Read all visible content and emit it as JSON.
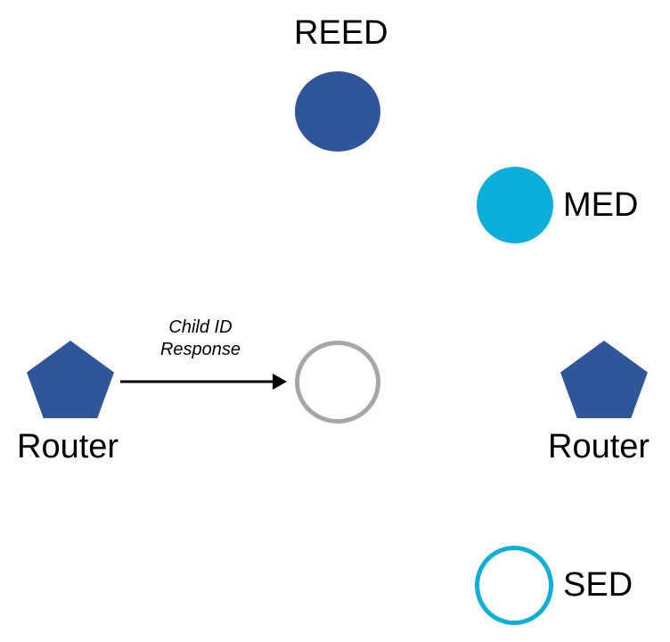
{
  "diagram": {
    "type": "thread-network-topology",
    "background_color": "#ffffff",
    "colors": {
      "router_blue": "#2E5699",
      "reed_blue": "#2E5699",
      "med_cyan": "#0BAFD9",
      "sed_cyan": "#0BAFD9",
      "unknown_gray": "#A6A6A6",
      "arrow_black": "#000000",
      "label_text": "#000000"
    },
    "nodes": [
      {
        "id": "reed",
        "label": "REED",
        "shape": "circle-filled",
        "color": "#2E5699",
        "label_position": "above"
      },
      {
        "id": "med",
        "label": "MED",
        "shape": "circle-filled",
        "color": "#0BAFD9",
        "label_position": "right"
      },
      {
        "id": "center",
        "label": "",
        "shape": "circle-outline",
        "color": "#A6A6A6",
        "label_position": "none"
      },
      {
        "id": "router-left",
        "label": "Router",
        "shape": "pentagon-filled",
        "color": "#2E5699",
        "label_position": "below"
      },
      {
        "id": "router-right",
        "label": "Router",
        "shape": "pentagon-filled",
        "color": "#2E5699",
        "label_position": "below"
      },
      {
        "id": "sed",
        "label": "SED",
        "shape": "circle-outline",
        "color": "#0BAFD9",
        "label_position": "right"
      }
    ],
    "links": [
      {
        "id": "child-id-response",
        "from": "router-left",
        "to": "center",
        "direction": "right",
        "style": "solid-arrow",
        "color": "#000000",
        "label_line_1": "Child ID",
        "label_line_2": "Response"
      }
    ]
  }
}
